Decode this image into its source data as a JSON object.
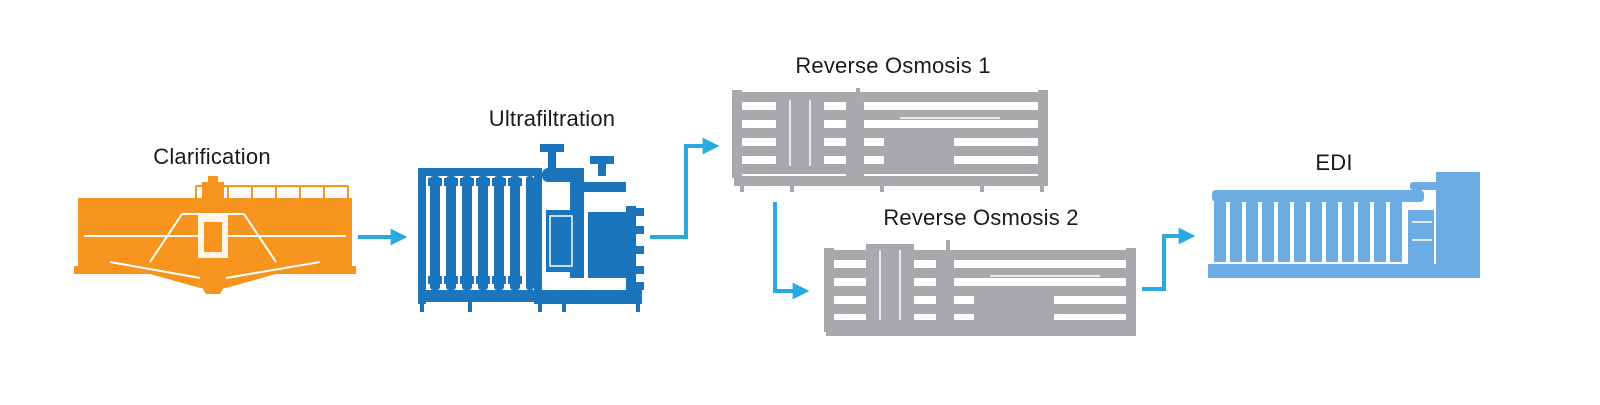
{
  "stages": {
    "clarification": {
      "label": "Clarification",
      "color": "#F7941D"
    },
    "ultrafiltration": {
      "label": "Ultrafiltration",
      "color": "#1B75BC"
    },
    "reverse_osmosis_1": {
      "label": "Reverse Osmosis 1",
      "color": "#A7A9AC"
    },
    "reverse_osmosis_2": {
      "label": "Reverse Osmosis 2",
      "color": "#A7A9AC"
    },
    "edi": {
      "label": "EDI",
      "color": "#6CACE4"
    }
  },
  "arrow_color": "#27AAE1"
}
